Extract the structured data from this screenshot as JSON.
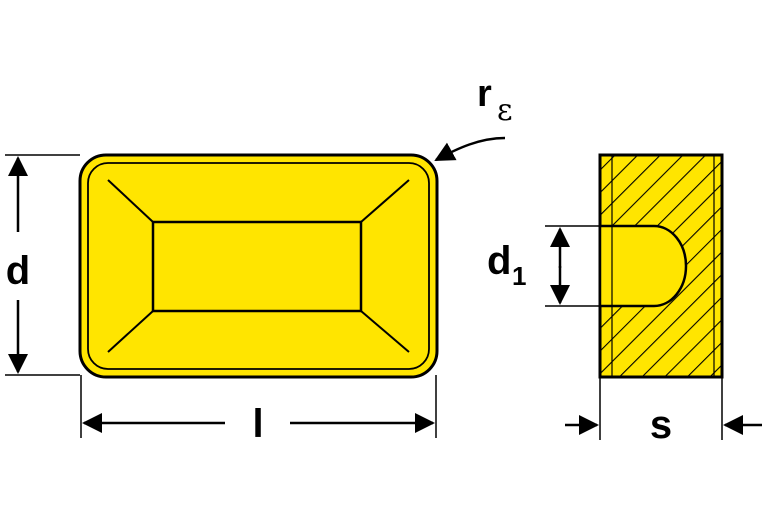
{
  "colors": {
    "insert_fill": "#FFE500",
    "outline": "#000000",
    "background": "#FFFFFF"
  },
  "labels": {
    "d": "d",
    "l": "l",
    "r": "r",
    "epsilon": "ε",
    "d1_base": "d",
    "d1_sub": "1",
    "s": "s"
  }
}
